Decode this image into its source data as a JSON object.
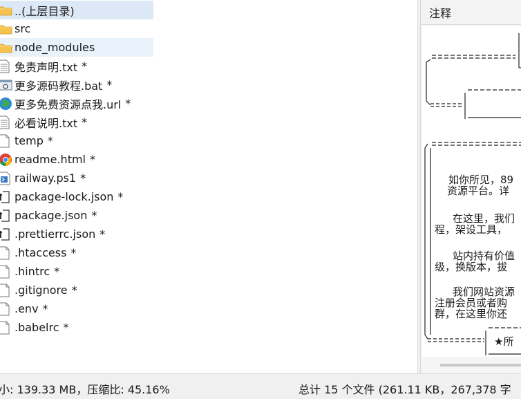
{
  "file_list": [
    {
      "name": "..(上层目录)",
      "modified": "",
      "icon": "folder-up-icon",
      "state": "selected"
    },
    {
      "name": "src",
      "modified": "",
      "icon": "folder-icon",
      "state": ""
    },
    {
      "name": "node_modules",
      "modified": "",
      "icon": "folder-icon",
      "state": "hover"
    },
    {
      "name": "免责声明.txt",
      "modified": "*",
      "icon": "text-file-icon",
      "state": ""
    },
    {
      "name": "更多源码教程.bat",
      "modified": "*",
      "icon": "batch-file-icon",
      "state": ""
    },
    {
      "name": "更多免费资源点我.url",
      "modified": "*",
      "icon": "globe-icon",
      "state": ""
    },
    {
      "name": "必看说明.txt",
      "modified": "*",
      "icon": "text-file-icon",
      "state": ""
    },
    {
      "name": "temp",
      "modified": "*",
      "icon": "blank-file-icon",
      "state": ""
    },
    {
      "name": "readme.html",
      "modified": "*",
      "icon": "chrome-icon",
      "state": ""
    },
    {
      "name": "railway.ps1",
      "modified": "*",
      "icon": "script-file-icon",
      "state": ""
    },
    {
      "name": "package-lock.json",
      "modified": "*",
      "icon": "json-file-icon",
      "state": ""
    },
    {
      "name": "package.json",
      "modified": "*",
      "icon": "json-file-icon",
      "state": ""
    },
    {
      "name": ".prettierrc.json",
      "modified": "*",
      "icon": "json-file-icon",
      "state": ""
    },
    {
      "name": ".htaccess",
      "modified": "*",
      "icon": "blank-file-icon",
      "state": ""
    },
    {
      "name": ".hintrc",
      "modified": "*",
      "icon": "blank-file-icon",
      "state": ""
    },
    {
      "name": ".gitignore",
      "modified": "*",
      "icon": "blank-file-icon",
      "state": ""
    },
    {
      "name": ".env",
      "modified": "*",
      "icon": "blank-file-icon",
      "state": ""
    },
    {
      "name": ".babelrc",
      "modified": "*",
      "icon": "blank-file-icon",
      "state": ""
    }
  ],
  "comment_pane": {
    "title": "注释",
    "lines": [
      "如你所见，89",
      "资源平台。详",
      "在这里，我们",
      "程，架设工具，",
      "站内持有价值",
      "级，换版本，拔",
      "我们网站资源",
      "注册会员或者购",
      "群，在这里你还",
      "★所"
    ]
  },
  "status_bar": {
    "left": "小: 139.33 MB，压缩比: 45.16%",
    "right": "总计 15 个文件 (261.11 KB，267,378 字"
  },
  "colors": {
    "selected_row": "#dde8f7",
    "hover_row": "#e9f1fb",
    "folder": "#f4c24d",
    "status_bg": "#f0f0f0"
  }
}
